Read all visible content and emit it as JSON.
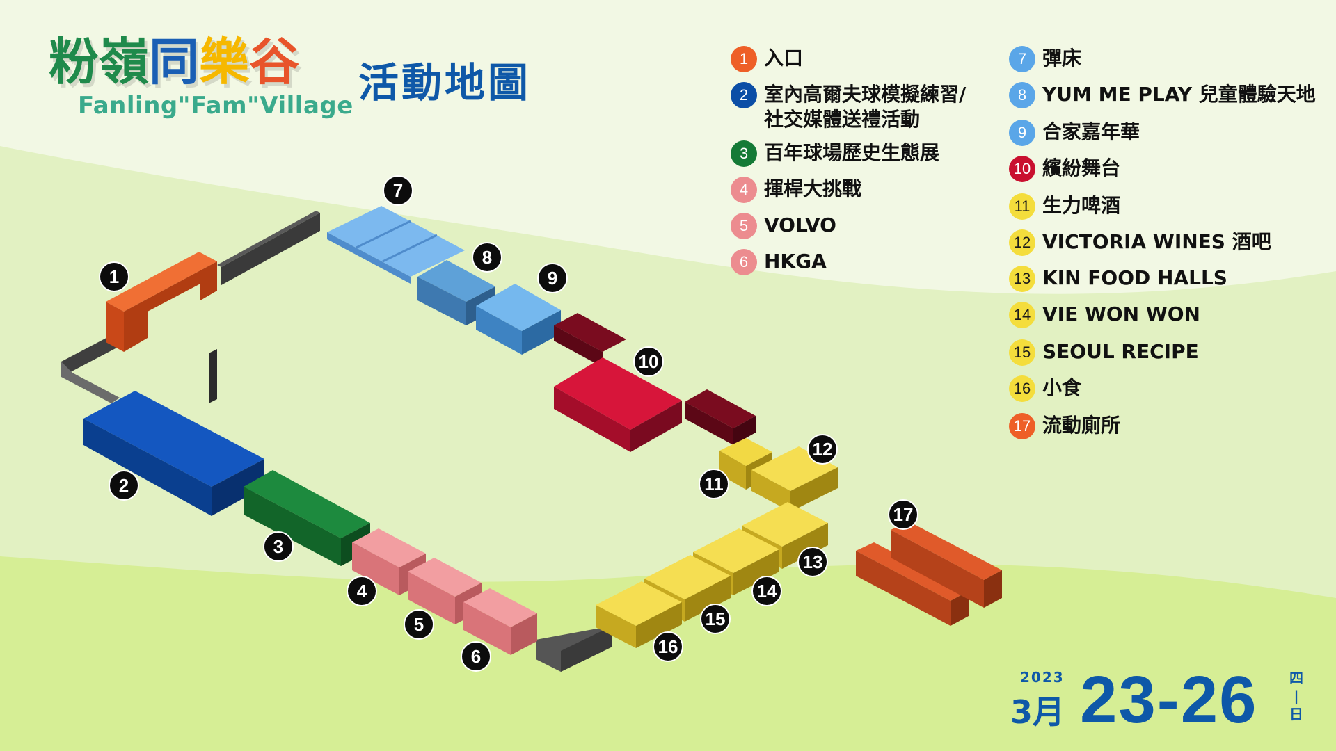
{
  "logo": {
    "chinese_chars": [
      "粉",
      "嶺",
      "同",
      "樂",
      "谷"
    ],
    "chinese_colors": [
      "#1f8a4b",
      "#1f8a4b",
      "#1a5fb4",
      "#f6b800",
      "#e8542a"
    ],
    "english": "Fanling\"Fam\"Village"
  },
  "map_title": "活動地圖",
  "legend": [
    {
      "num": "1",
      "label": "入口",
      "color": "#ee5f27"
    },
    {
      "num": "2",
      "label": "室內高爾夫球模擬練習/",
      "label2": "社交媒體送禮活動",
      "color": "#0b4ea6"
    },
    {
      "num": "3",
      "label": "百年球場歷史生態展",
      "color": "#147a36"
    },
    {
      "num": "4",
      "label": "揮桿大挑戰",
      "color": "#ec8c8f"
    },
    {
      "num": "5",
      "label": "VOLVO",
      "color": "#ec8c8f"
    },
    {
      "num": "6",
      "label": "HKGA",
      "color": "#ec8c8f"
    },
    {
      "num": "7",
      "label": "彈床",
      "color": "#5aa6e8"
    },
    {
      "num": "8",
      "label": "YUM ME PLAY 兒童體驗天地",
      "color": "#5aa6e8"
    },
    {
      "num": "9",
      "label": "合家嘉年華",
      "color": "#5aa6e8"
    },
    {
      "num": "10",
      "label": "繽紛舞台",
      "color": "#c9102f"
    },
    {
      "num": "11",
      "label": "生力啤酒",
      "color": "#f4dd3c"
    },
    {
      "num": "12",
      "label": "VICTORIA WINES 酒吧",
      "color": "#f4dd3c"
    },
    {
      "num": "13",
      "label": "KIN FOOD HALLS",
      "color": "#f4dd3c"
    },
    {
      "num": "14",
      "label": "VIE WON WON",
      "color": "#f4dd3c"
    },
    {
      "num": "15",
      "label": "SEOUL RECIPE",
      "color": "#f4dd3c"
    },
    {
      "num": "16",
      "label": "小食",
      "color": "#f4dd3c"
    },
    {
      "num": "17",
      "label": "流動廁所",
      "color": "#ee5f27"
    }
  ],
  "markers": [
    "1",
    "2",
    "3",
    "4",
    "5",
    "6",
    "7",
    "8",
    "9",
    "10",
    "11",
    "12",
    "13",
    "14",
    "15",
    "16",
    "17"
  ],
  "date": {
    "year": "2023",
    "month": "3月",
    "range": "23-26",
    "day_from": "四",
    "day_sep": "|",
    "day_to": "日"
  },
  "colors": {
    "background_light": "#eef6dc",
    "background_green": "#d9ef9d",
    "accent_blue": "#0e58a8"
  }
}
